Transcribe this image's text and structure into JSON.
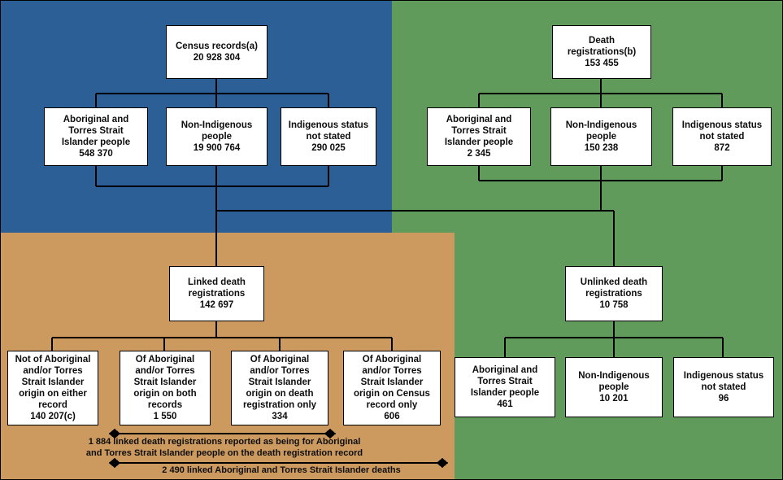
{
  "figure": {
    "type": "flowchart",
    "colors": {
      "quadrant_blue": "#2D5F97",
      "quadrant_green": "#619B5C",
      "quadrant_orange": "#CC9A5F",
      "node_fill": "#FFFFFF",
      "line": "#000000"
    }
  },
  "nodes": {
    "census_records": {
      "line1": "Census records(a)",
      "value": "20 928 304"
    },
    "death_registrations": {
      "line1": "Death",
      "line2": "registrations(b)",
      "value": "153 455"
    },
    "census_atsi": {
      "line1": "Aboriginal and",
      "line2": "Torres Strait",
      "line3": "Islander people",
      "value": "548 370"
    },
    "census_nonindig": {
      "line1": "Non-Indigenous",
      "line2": "people",
      "value": "19 900 764"
    },
    "census_notstated": {
      "line1": "Indigenous status",
      "line2": "not stated",
      "value": "290 025"
    },
    "death_atsi": {
      "line1": "Aboriginal and",
      "line2": "Torres Strait",
      "line3": "Islander people",
      "value": "2 345"
    },
    "death_nonindig": {
      "line1": "Non-Indigenous",
      "line2": "people",
      "value": "150 238"
    },
    "death_notstated": {
      "line1": "Indigenous status",
      "line2": "not stated",
      "value": "872"
    },
    "linked_deaths": {
      "line1": "Linked death",
      "line2": "registrations",
      "value": "142 697"
    },
    "unlinked_deaths": {
      "line1": "Unlinked death",
      "line2": "registrations",
      "value": "10 758"
    },
    "not_either": {
      "line1": "Not of Aboriginal",
      "line2": "and/or Torres",
      "line3": "Strait Islander",
      "line4": "origin on either",
      "line5": "record",
      "value": "140 207(c)"
    },
    "both_records": {
      "line1": "Of Aboriginal",
      "line2": "and/or Torres",
      "line3": "Strait Islander",
      "line4": "origin on both",
      "line5": "records",
      "value": "1 550"
    },
    "death_only": {
      "line1": "Of Aboriginal",
      "line2": "and/or Torres",
      "line3": "Strait Islander",
      "line4": "origin on death",
      "line5": "registration only",
      "value": "334"
    },
    "census_only": {
      "line1": "Of Aboriginal",
      "line2": "and/or Torres",
      "line3": "Strait Islander",
      "line4": "origin on Census",
      "line5": "record only",
      "value": "606"
    },
    "unlinked_atsi": {
      "line1": "Aboriginal and",
      "line2": "Torres Strait",
      "line3": "Islander people",
      "value": "461"
    },
    "unlinked_nonindig": {
      "line1": "Non-Indigenous",
      "line2": "people",
      "value": "10 201"
    },
    "unlinked_notstated": {
      "line1": "Indigenous status",
      "line2": "not stated",
      "value": "96"
    }
  },
  "annotations": {
    "bracket_1884": "1 884 linked death registrations reported as being for Aboriginal\nand Torres Strait Islander people on the death registration record",
    "bracket_2490": "2 490 linked Aboriginal and Torres Strait Islander deaths"
  }
}
